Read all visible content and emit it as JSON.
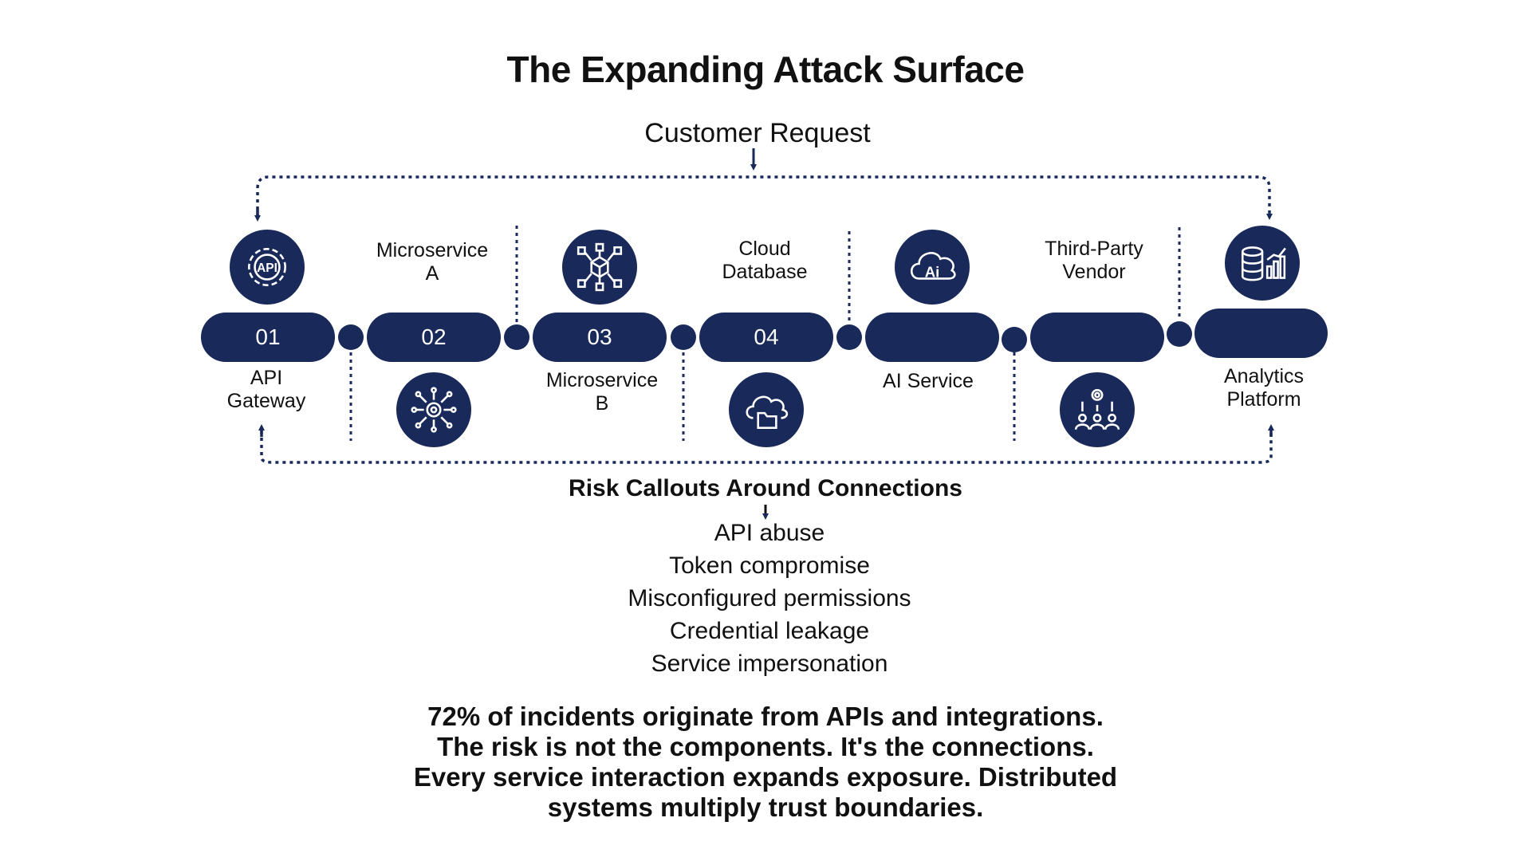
{
  "title": "The Expanding Attack Surface",
  "entry_label": "Customer Request",
  "colors": {
    "navy": "#18295a",
    "text": "#111111",
    "background": "#ffffff"
  },
  "pipeline": {
    "pills": [
      "01",
      "02",
      "03",
      "04",
      "",
      "",
      ""
    ],
    "nodes": [
      {
        "label_lines": [
          "API",
          "Gateway"
        ],
        "icon": "api-gear-icon"
      },
      {
        "label_lines": [
          "Microservice",
          "A"
        ],
        "icon": "network-gear-icon"
      },
      {
        "label_lines": [
          "Microservice",
          "B"
        ],
        "icon": "cube-network-icon"
      },
      {
        "label_lines": [
          "Cloud",
          "Database"
        ],
        "icon": "cloud-folder-icon"
      },
      {
        "label_lines": [
          "AI Service"
        ],
        "icon": "ai-cloud-icon"
      },
      {
        "label_lines": [
          "Third-Party",
          "Vendor"
        ],
        "icon": "team-gear-icon"
      },
      {
        "label_lines": [
          "Analytics",
          "Platform"
        ],
        "icon": "database-chart-icon"
      }
    ]
  },
  "risks": {
    "heading": "Risk Callouts Around Connections",
    "items": [
      "API abuse",
      "Token compromise",
      "Misconfigured permissions",
      "Credential leakage",
      "Service impersonation"
    ]
  },
  "takeaway": {
    "lines": [
      "72% of incidents originate from APIs and integrations.",
      "The risk is not the components. It's the connections.",
      "Every service interaction expands exposure. Distributed",
      "systems multiply trust boundaries."
    ]
  }
}
